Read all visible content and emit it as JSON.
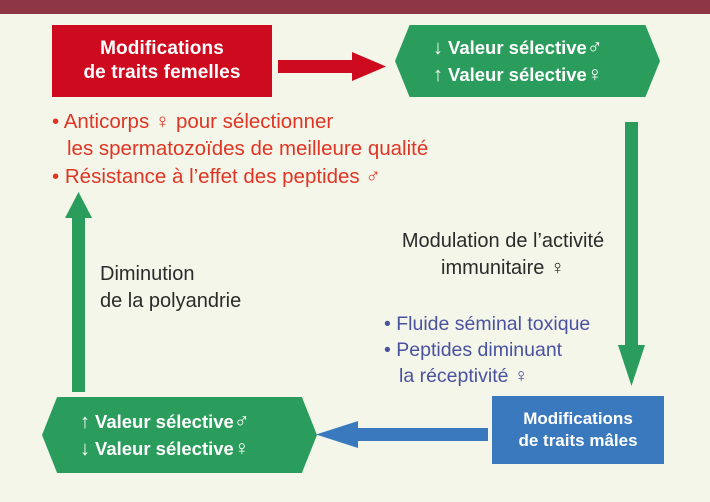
{
  "diagram": {
    "background_color": "#f4f6e9",
    "top_bar_color": "#8e3644",
    "palette": {
      "red": "#ce0a1e",
      "red_text": "#e03524",
      "green": "#2a9d5c",
      "blue": "#3a79be",
      "blue_text": "#4a52a0",
      "dark_text": "#2b2b2b",
      "white": "#ffffff"
    },
    "red_box": {
      "line1": "Modifications",
      "line2": "de traits femelles"
    },
    "blue_box": {
      "line1": "Modifications",
      "line2": "de traits mâles"
    },
    "hex_top": {
      "line1_arrow": "↓",
      "line1_text": "Valeur sélective",
      "line1_symbol": "♂",
      "line2_arrow": "↑",
      "line2_text": "Valeur sélective",
      "line2_symbol": "♀"
    },
    "hex_bottom": {
      "line1_arrow": "↑",
      "line1_text": "Valeur sélective",
      "line1_symbol": "♂",
      "line2_arrow": "↓",
      "line2_text": "Valeur sélective",
      "line2_symbol": "♀"
    },
    "red_bullets": {
      "item1_line1": "• Anticorps ♀ pour sélectionner",
      "item1_line2": "les spermatozoïdes de meilleure qualité",
      "item2": "• Résistance à l’effet des peptides ♂"
    },
    "diminution_note": {
      "line1": "Diminution",
      "line2": "de la polyandrie"
    },
    "modulation_note": {
      "line1": "Modulation de l’activité",
      "line2": "immunitaire ♀"
    },
    "blue_bullets": {
      "item1": "• Fluide séminal toxique",
      "item2_line1": "• Peptides diminuant",
      "item2_line2": "la réceptivité ♀"
    },
    "connectors": [
      {
        "name": "red-arrow-right",
        "color": "#ce0a1e",
        "direction": "right",
        "from": "red_box",
        "to": "hex_top"
      },
      {
        "name": "green-arrow-down",
        "color": "#2a9d5c",
        "direction": "down",
        "from": "hex_top",
        "to": "blue_box"
      },
      {
        "name": "blue-arrow-left",
        "color": "#3a79be",
        "direction": "left",
        "from": "blue_box",
        "to": "hex_bottom"
      },
      {
        "name": "green-arrow-up",
        "color": "#2a9d5c",
        "direction": "up",
        "from": "hex_bottom",
        "to": "red_box"
      }
    ]
  }
}
